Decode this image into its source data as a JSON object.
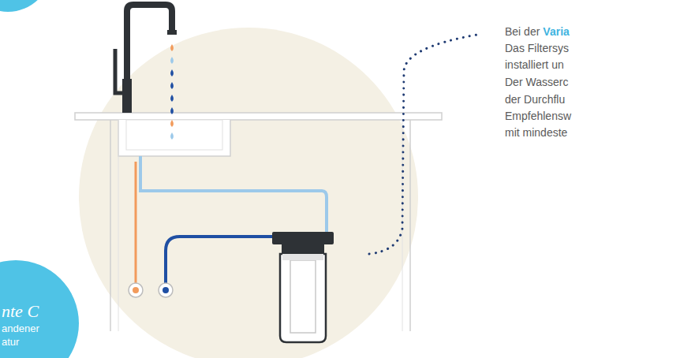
{
  "diagram": {
    "nodes": [
      {
        "text": [
          "nte C",
          "andener atur"
        ]
      }
    ],
    "labels": [
      "Bei der",
      "Varia",
      "Das Filtersys",
      "installiert un",
      "Der Wasserc",
      "der Durchflu",
      "Empfehlensw",
      "mit mindeste"
    ]
  }
}
